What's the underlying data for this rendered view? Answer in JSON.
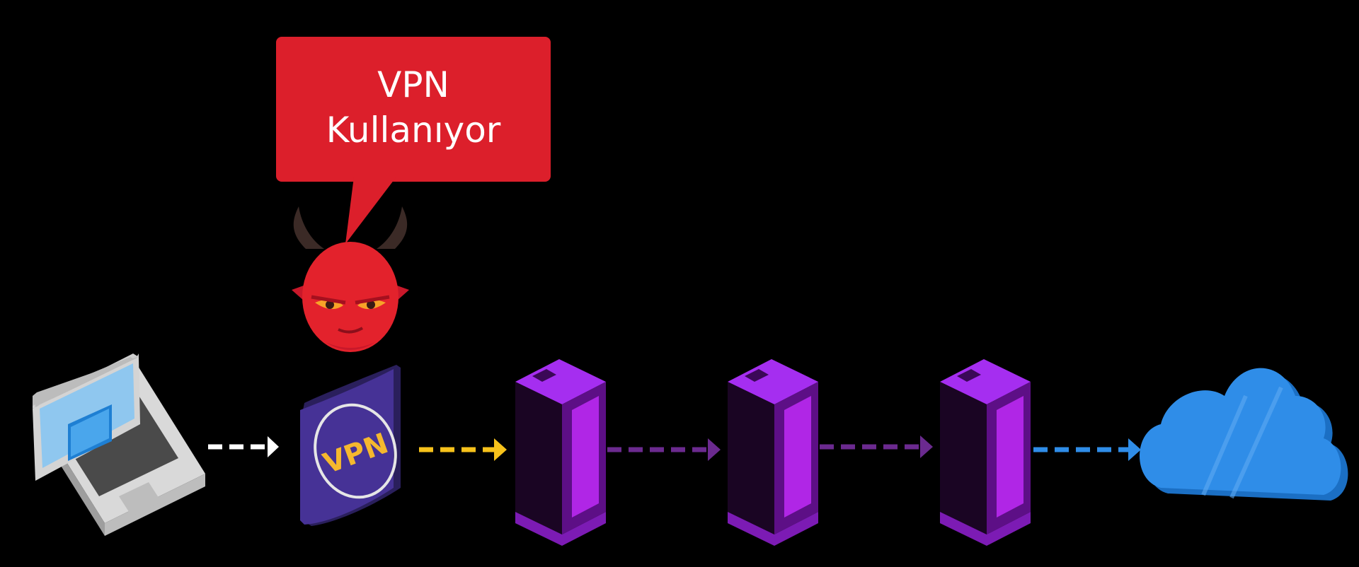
{
  "diagram": {
    "speech_bubble": {
      "line1": "VPN",
      "line2": "Kullanıyor"
    },
    "vpn_shield_label": "VPN",
    "nodes": [
      {
        "id": "laptop",
        "icon": "laptop-icon"
      },
      {
        "id": "vpn",
        "icon": "vpn-shield-icon"
      },
      {
        "id": "server-1",
        "icon": "server-rack-icon"
      },
      {
        "id": "server-2",
        "icon": "server-rack-icon"
      },
      {
        "id": "server-3",
        "icon": "server-rack-icon"
      },
      {
        "id": "cloud",
        "icon": "cloud-icon"
      }
    ],
    "attacker_icon": "devil-icon",
    "arrow_colors": [
      "#ffffff",
      "#f7c21b",
      "#6b2a8f",
      "#6b2a8f",
      "#2f8de8"
    ],
    "colors": {
      "bubble": "#dc1f2b",
      "vpn_text": "#f5b82e",
      "server": "#8e1ec9",
      "cloud": "#1f86e6"
    }
  }
}
